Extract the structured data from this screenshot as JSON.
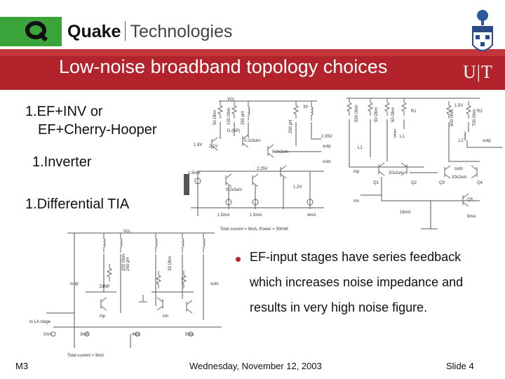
{
  "header": {
    "brand_bold": "Quake",
    "brand_light": "Technologies",
    "title": "Low-noise broadband topology choices",
    "ut_logo": "U|T",
    "colors": {
      "brand_green": "#3aa33a",
      "title_bar": "#b3232b"
    }
  },
  "list": {
    "item1_line1": "1.EF+INV or",
    "item1_line2": "EF+Cherry-Hooper",
    "item2": "1.Inverter",
    "item3": "1.Differential TIA"
  },
  "note": {
    "line1": "EF-input stages have series feedback",
    "line2": "which increases noise impedance and",
    "line3": "results in very high noise figure."
  },
  "schematic_a": {
    "labels": {
      "vcc": "Vcc",
      "r_50": "50 Ohm",
      "r_250": "250 pH",
      "l_250": "250 pH",
      "r_100": "100 Ohm",
      "dnp": "D (NP)",
      "v_18": "1.8V",
      "v_2": "2.1V",
      "v_3": "3V",
      "v_235": "2.35V",
      "v_225": "2.25V",
      "v_12": "1.2V",
      "size1": "0.2x3um",
      "size2": "0.2x3um",
      "size3": "0.2x3um",
      "outp": "outp",
      "outn": "outn",
      "i1": "1.5mA",
      "i2": "1.5mA",
      "i3": "1.5mA",
      "i4": "4mA",
      "total": "Total current = 9mA, Power = 30mW"
    }
  },
  "schematic_b": {
    "labels": {
      "r_500a": "500 Ohm",
      "r_500b": "500 Ohm",
      "r_50a": "50 Ohm",
      "r_50b": "50 Ohm",
      "r_700": "700 Ohm",
      "v_15": "1.5V",
      "r1": "R1",
      "r2": "R2",
      "l1": "L1",
      "l2": "L2",
      "outp": "outp",
      "outn": "outn",
      "inp": "inp",
      "inn": "inn",
      "q1": "Q1",
      "q2": "Q2",
      "q3": "Q3",
      "q4": "Q4",
      "q5": "Q5",
      "size1": "20x2um",
      "size2": "10x2um",
      "i1": "16mA",
      "i2": "8mA"
    }
  },
  "schematic_c": {
    "labels": {
      "vcc": "Vcc",
      "outp": "outp",
      "outn": "outn",
      "r_200": "200 Ohm",
      "r_250": "250 pH",
      "r_330": "33 Ohm",
      "dnp": "DINP",
      "inp": "inp",
      "inn": "inn",
      "to_la": "to LA stage",
      "i1": "2mA",
      "i2": "3mA",
      "i3": "4mA",
      "i4": "5mA",
      "total": "Total current = 9mA"
    }
  },
  "footer": {
    "left": "M3",
    "center": "Wednesday, November 12, 2003",
    "right": "Slide 4"
  }
}
